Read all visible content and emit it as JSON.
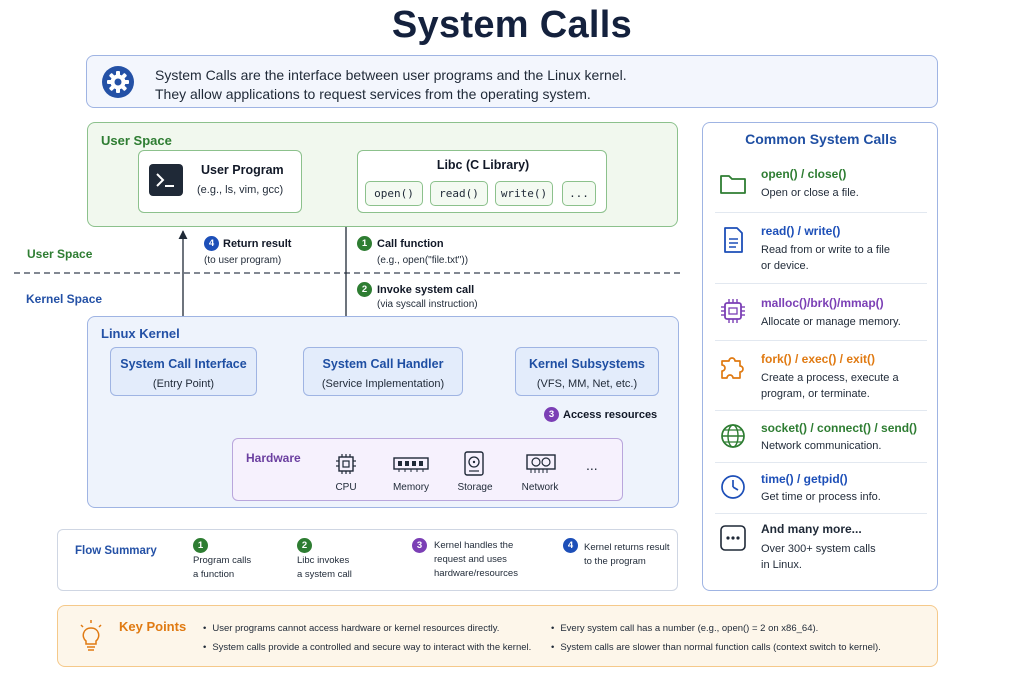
{
  "title": "System Calls",
  "intro": {
    "line1": "System Calls are the interface between user programs and the Linux kernel.",
    "line2": "They allow applications to request services from the operating system."
  },
  "user_space": {
    "label": "User Space",
    "program_title": "User Program",
    "program_sub": "(e.g., ls, vim, gcc)",
    "libc_title": "Libc (C Library)",
    "libc_funcs": [
      "open()",
      "read()",
      "write()",
      "..."
    ]
  },
  "divider": {
    "upper": "User Space",
    "lower": "Kernel Space"
  },
  "steps": {
    "s1": {
      "num": "1",
      "title": "Call function",
      "sub": "(e.g., open(\"file.txt\"))"
    },
    "s2": {
      "num": "2",
      "title": "Invoke system call",
      "sub": "(via syscall instruction)"
    },
    "s3": {
      "num": "3",
      "title": "Access resources"
    },
    "s4": {
      "num": "4",
      "title": "Return result",
      "sub": "(to user program)"
    }
  },
  "kernel": {
    "label": "Linux Kernel",
    "sci_title": "System Call Interface",
    "sci_sub": "(Entry Point)",
    "handler_title": "System Call Handler",
    "handler_sub": "(Service Implementation)",
    "subsys_title": "Kernel Subsystems",
    "subsys_sub": "(VFS, MM, Net, etc.)"
  },
  "hardware": {
    "label": "Hardware",
    "items": [
      "CPU",
      "Memory",
      "Storage",
      "Network",
      "..."
    ]
  },
  "common": {
    "title": "Common System Calls",
    "items": [
      {
        "name": "open() / close()",
        "desc1": "Open or close a file.",
        "desc2": "",
        "icon": "folder-icon",
        "color": "#2e7d32"
      },
      {
        "name": "read() / write()",
        "desc1": "Read from or write to a file",
        "desc2": "or device.",
        "icon": "document-icon",
        "color": "#1d4fb8"
      },
      {
        "name": "malloc()/brk()/mmap()",
        "desc1": "Allocate or manage memory.",
        "desc2": "",
        "icon": "memory-chip-icon",
        "color": "#7b3fb5"
      },
      {
        "name": "fork() / exec() / exit()",
        "desc1": "Create a process, execute a",
        "desc2": "program, or terminate.",
        "icon": "puzzle-icon",
        "color": "#e07a12"
      },
      {
        "name": "socket() / connect() / send()",
        "desc1": "Network communication.",
        "desc2": "",
        "icon": "globe-icon",
        "color": "#2e7d32"
      },
      {
        "name": "time() / getpid()",
        "desc1": "Get time or process info.",
        "desc2": "",
        "icon": "clock-icon",
        "color": "#1d4fb8"
      },
      {
        "name": "And many more...",
        "desc1": "Over 300+ system calls",
        "desc2": "in Linux.",
        "icon": "ellipsis-icon",
        "color": "#1f2937"
      }
    ]
  },
  "flow": {
    "label": "Flow Summary",
    "steps": [
      {
        "num": "1",
        "line1": "Program calls",
        "line2": "a function",
        "line3": ""
      },
      {
        "num": "2",
        "line1": "Libc invokes",
        "line2": "a system call",
        "line3": ""
      },
      {
        "num": "3",
        "line1": "Kernel handles the",
        "line2": "request and uses",
        "line3": "hardware/resources"
      },
      {
        "num": "4",
        "line1": "Kernel returns result",
        "line2": "to the program",
        "line3": ""
      }
    ]
  },
  "key_points": {
    "title": "Key Points",
    "items": [
      "User programs cannot access hardware or kernel resources directly.",
      "System calls provide a controlled and secure way to interact with the kernel.",
      "Every system call has a number (e.g., open() = 2 on x86_64).",
      "System calls are slower than normal function calls (context switch to kernel)."
    ]
  },
  "colors": {
    "accent": "#1f4fa3",
    "green": "#2e7d32",
    "purple": "#7b3fb5",
    "orange": "#e07a12"
  }
}
